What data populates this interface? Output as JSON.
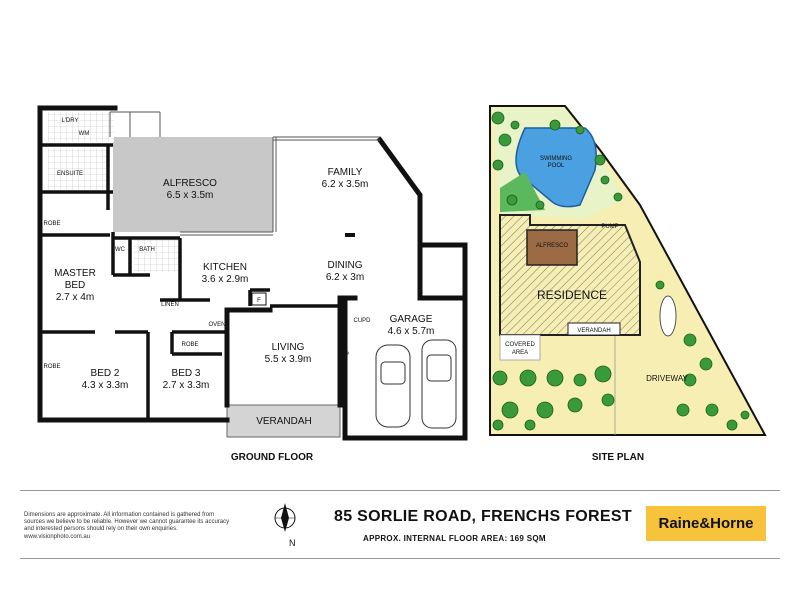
{
  "ground_floor": {
    "caption": "GROUND FLOOR",
    "rooms": {
      "ldry": "L'DRY",
      "wm": "WM",
      "ensuite": "ENSUITE",
      "alfresco_name": "ALFRESCO",
      "alfresco_size": "6.5 x 3.5m",
      "family_name": "FAMILY",
      "family_size": "6.2 x 3.5m",
      "robe_master": "ROBE",
      "master_name_1": "MASTER",
      "master_name_2": "BED",
      "master_size": "2.7 x 4m",
      "wc": "WC",
      "bath": "BATH",
      "kitchen_name": "KITCHEN",
      "kitchen_size": "3.6 x 2.9m",
      "dining_name": "DINING",
      "dining_size": "6.2 x 3m",
      "linen": "LINEN",
      "oven": "OVEN",
      "fridge": "F",
      "garage_name": "GARAGE",
      "garage_size": "4.6 x 5.7m",
      "cupd": "CUPD",
      "fp": "FP",
      "living_name": "LIVING",
      "living_size": "5.5 x 3.9m",
      "robe_bed2": "ROBE",
      "bed2_name": "BED 2",
      "bed2_size": "4.3 x 3.3m",
      "robe_bed3": "ROBE",
      "bed3_name": "BED 3",
      "bed3_size": "2.7 x 3.3m",
      "verandah": "VERANDAH"
    }
  },
  "site_plan": {
    "caption": "SITE PLAN",
    "swimming_1": "SWIMMING",
    "swimming_2": "POOL",
    "pump": "PUMP",
    "alfresco": "ALFRESCO",
    "residence": "RESIDENCE",
    "verandah": "VERANDAH",
    "covered_1": "COVERED",
    "covered_2": "AREA",
    "driveway": "DRIVEWAY"
  },
  "footer": {
    "disclaimer": "Dimensions are approximate. All information contained is gathered from sources we believe to be reliable. However we cannot guarantee its accuracy and interested persons should rely on their own enquiries.",
    "website": "www.visionphoto.com.au",
    "compass_letter": "N",
    "address": "85 SORLIE ROAD, FRENCHS FOREST",
    "floor_area": "APPROX. INTERNAL FLOOR AREA: 169 SQM",
    "agency": "Raine&Horne"
  },
  "colors": {
    "wall": "#111111",
    "alfresco_fill": "#c8c8c8",
    "verandah_fill": "#d4d4d4",
    "pool": "#4aa0e0",
    "lawn": "#f6eeb2",
    "residence_outline": "#222222",
    "alfresco_site": "#9c6b45",
    "plants": "#3a9a3a",
    "logo": "#f7c33d"
  }
}
